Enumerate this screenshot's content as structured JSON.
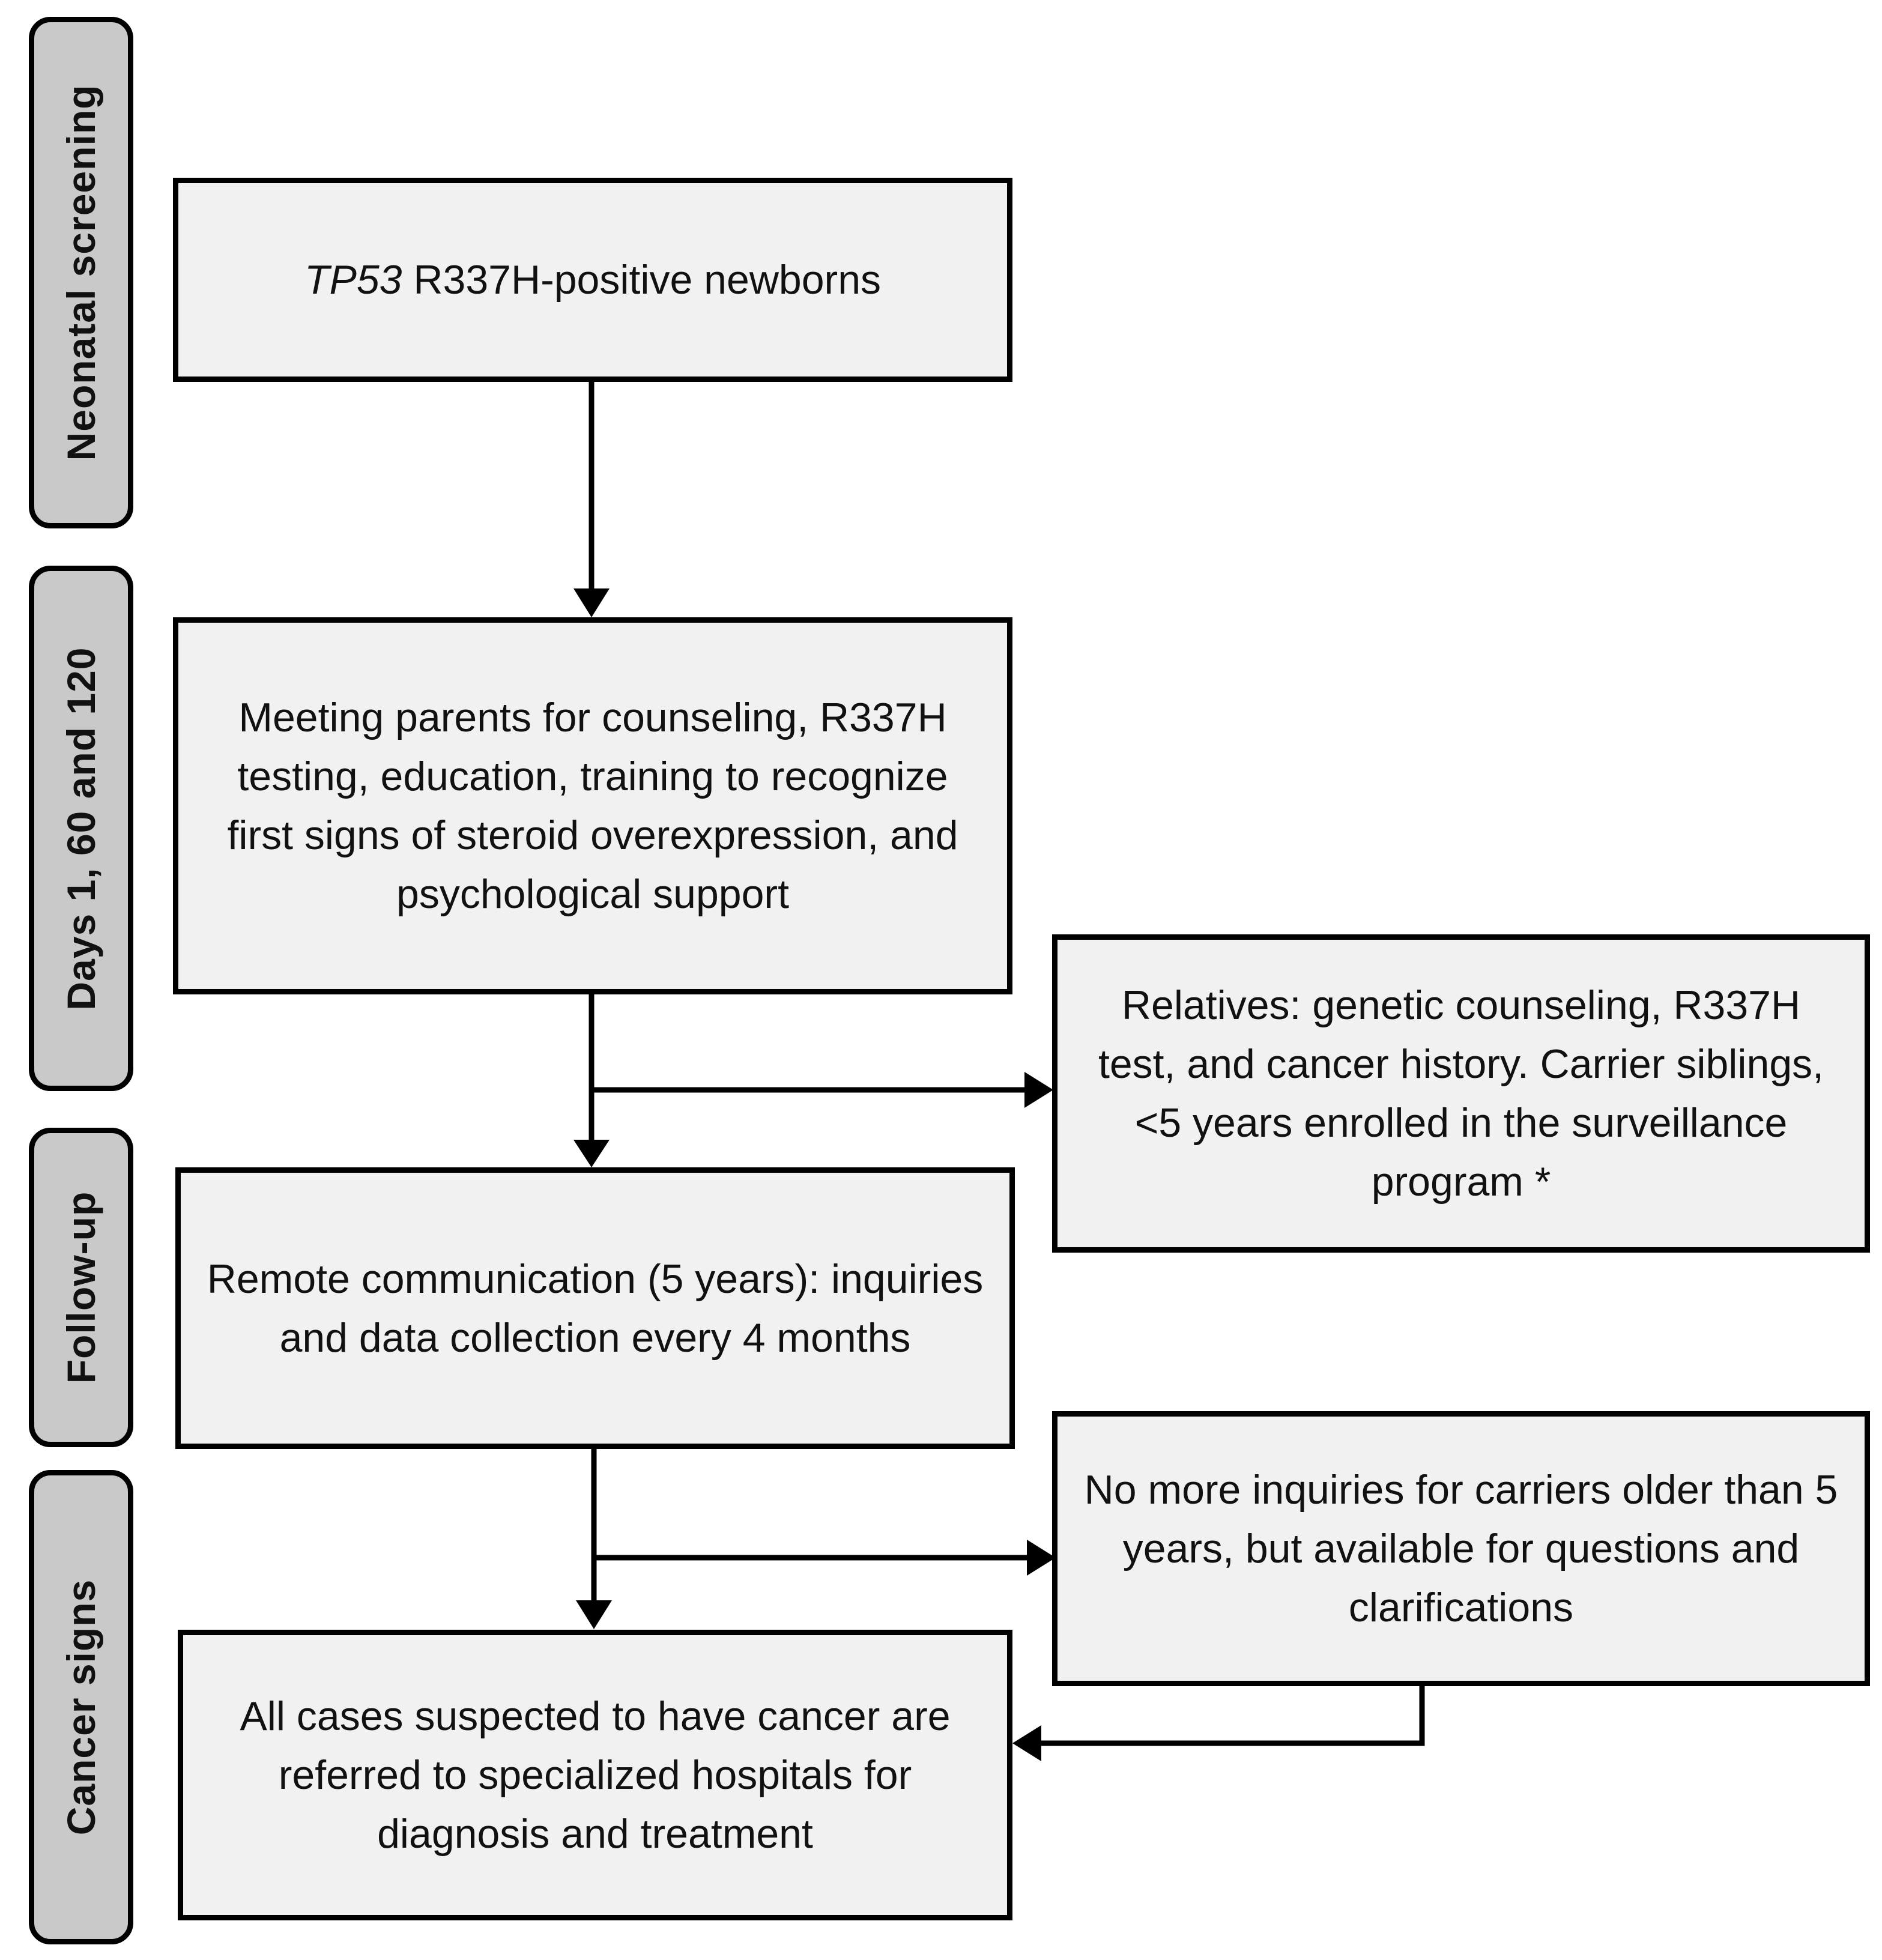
{
  "phases": [
    {
      "label": "Neonatal screening"
    },
    {
      "label": "Days 1, 60 and 120"
    },
    {
      "label": "Follow-up"
    },
    {
      "label": "Cancer signs"
    }
  ],
  "boxes": {
    "newborns": {
      "gene": "TP53",
      "text": "R337H-positive newborns"
    },
    "meeting": {
      "text": "Meeting parents for counseling, R337H testing, education, training to recognize first signs of steroid overexpression, and psychological support"
    },
    "relatives": {
      "text": "Relatives: genetic counseling, R337H test, and cancer history. Carrier siblings, <5 years enrolled in the surveillance program *"
    },
    "remote": {
      "text": "Remote communication (5 years): inquiries and data collection every 4 months"
    },
    "no_more": {
      "text": "No more inquiries for carriers older than 5 years, but available for questions and clarifications"
    },
    "cancer_cases": {
      "text": "All cases suspected to have cancer are referred to specialized hospitals for diagnosis and treatment"
    }
  }
}
